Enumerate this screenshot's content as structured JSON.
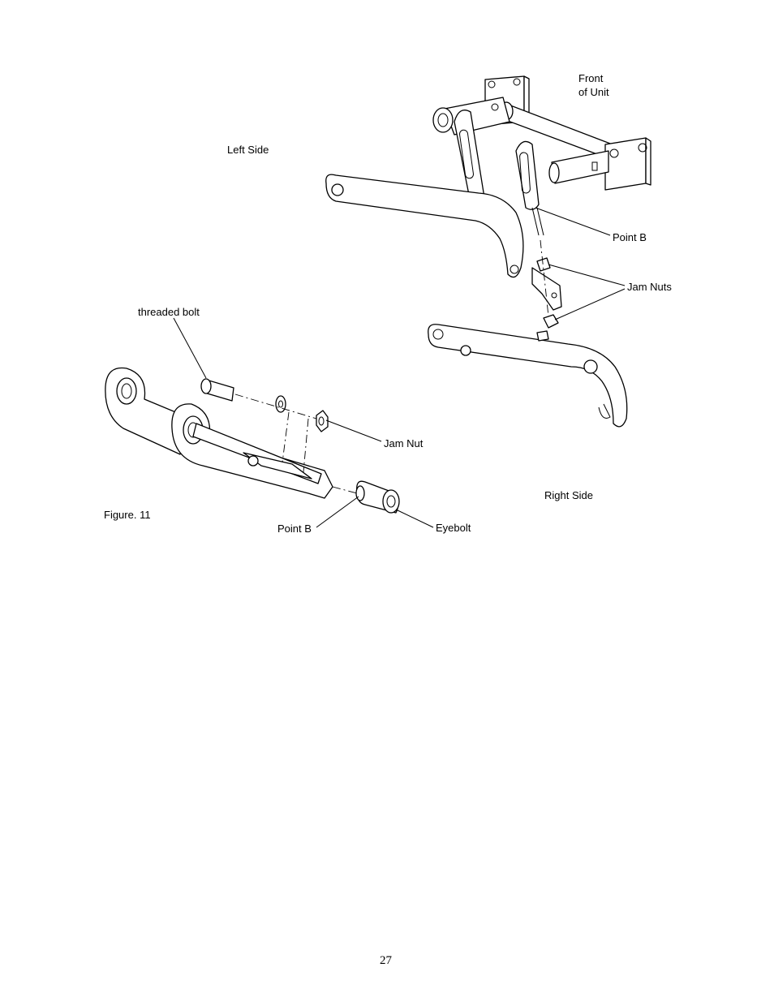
{
  "labels": {
    "front_of_unit": [
      "Front",
      "of Unit"
    ],
    "left_side": "Left Side",
    "point_b_upper": "Point B",
    "jam_nuts": "Jam Nuts",
    "threaded_bolt": "threaded bolt",
    "jam_nut": "Jam Nut",
    "right_side": "Right Side",
    "figure_caption": "Figure. 11",
    "point_b_lower": "Point B",
    "eyebolt": "Eyebolt"
  },
  "page_number": "27"
}
